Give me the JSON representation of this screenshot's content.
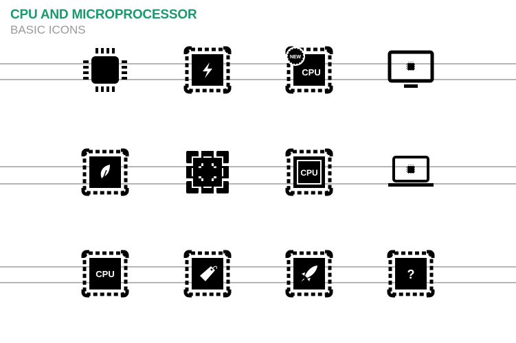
{
  "header": {
    "title": "CPU AND MICROPROCESSOR",
    "subtitle": "BASIC ICONS"
  },
  "icons": {
    "new_badge": "NEW",
    "cpu_label": "CPU",
    "question": "?"
  }
}
